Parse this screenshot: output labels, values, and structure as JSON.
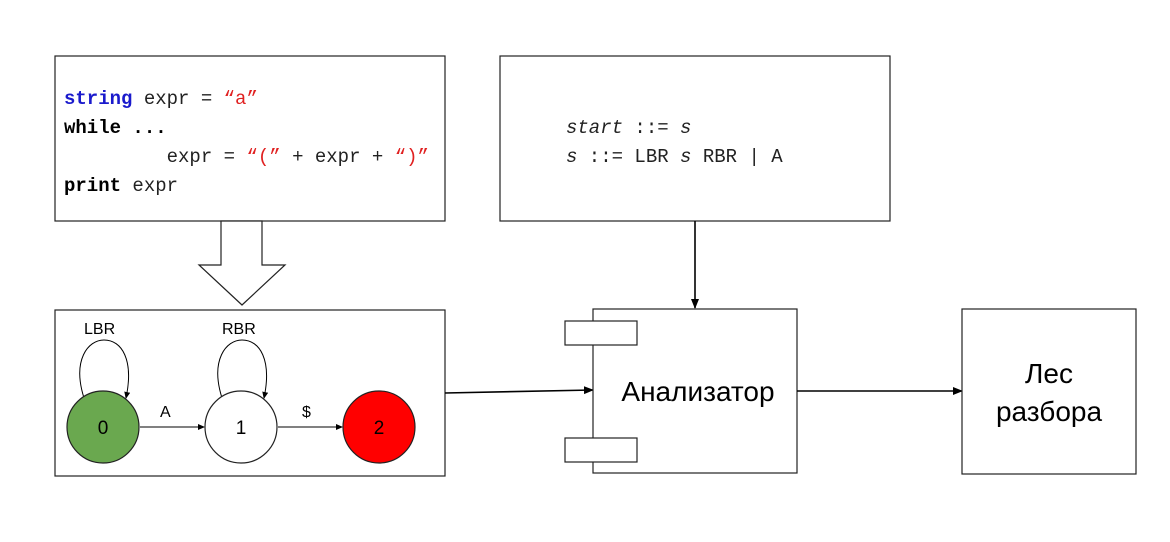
{
  "code_box": {
    "lines": [
      [
        {
          "t": "string",
          "style": "kw-blue"
        },
        {
          "t": " expr = ",
          "style": "plain"
        },
        {
          "t": "“a”",
          "style": "str-red"
        }
      ],
      [
        {
          "t": "while",
          "style": "kw-bold"
        },
        {
          "t": " ...",
          "style": "kw-bold"
        }
      ],
      [
        {
          "t": "  expr = ",
          "style": "plain"
        },
        {
          "t": "“(”",
          "style": "str-red"
        },
        {
          "t": " + expr + ",
          "style": "plain"
        },
        {
          "t": "“)”",
          "style": "str-red"
        }
      ],
      [
        {
          "t": "print",
          "style": "kw-bold"
        },
        {
          "t": " expr",
          "style": "plain"
        }
      ]
    ]
  },
  "grammar_box": {
    "line1": {
      "nonterminal": "start",
      "op": " ::= ",
      "rhs_nt": "s"
    },
    "line2": {
      "nonterminal": "s",
      "op": " ::= LBR ",
      "rhs_nt": "s",
      "rest": " RBR | A"
    }
  },
  "automaton": {
    "states": [
      {
        "id": "0",
        "label": "0",
        "color": "#6aa84f"
      },
      {
        "id": "1",
        "label": "1",
        "color": "#ffffff"
      },
      {
        "id": "2",
        "label": "2",
        "color": "#ff0000"
      }
    ],
    "self_loops": [
      {
        "state": "0",
        "label": "LBR"
      },
      {
        "state": "1",
        "label": "RBR"
      }
    ],
    "transitions": [
      {
        "from": "0",
        "to": "1",
        "label": "A"
      },
      {
        "from": "1",
        "to": "2",
        "label": "$"
      }
    ]
  },
  "analyzer": {
    "label": "Анализатор"
  },
  "output": {
    "line1": "Лес",
    "line2": "разбора"
  }
}
